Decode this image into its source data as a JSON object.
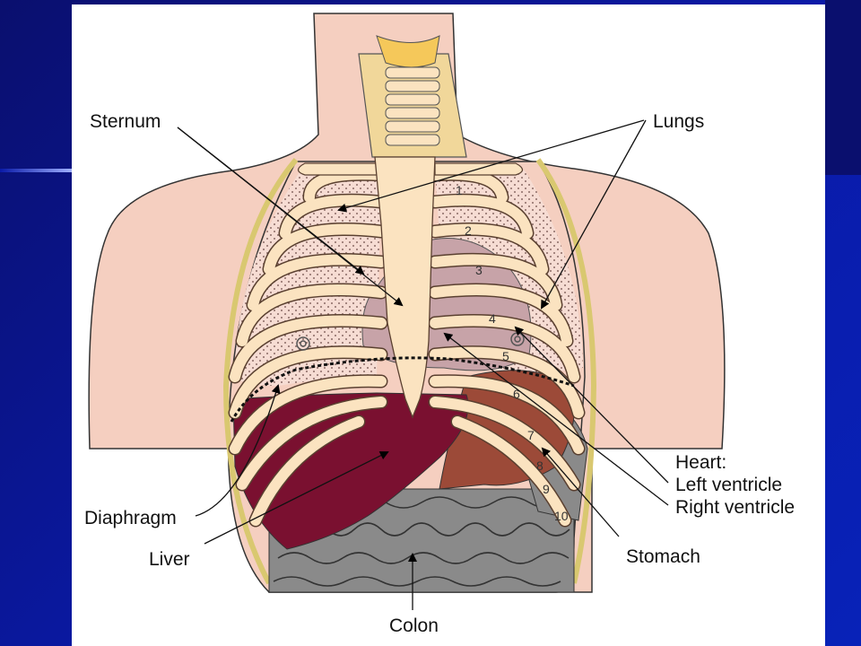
{
  "labels": {
    "sternum": "Sternum",
    "lungs": "Lungs",
    "heart": "Heart:",
    "left_ventricle": "Left ventricle",
    "right_ventricle": "Right ventricle",
    "diaphragm": "Diaphragm",
    "liver": "Liver",
    "stomach": "Stomach",
    "colon": "Colon"
  },
  "rib_numbers": [
    "1",
    "2",
    "3",
    "4",
    "5",
    "6",
    "7",
    "8",
    "9",
    "10"
  ],
  "colors": {
    "background": "#0a1aa8",
    "skin": "#f5cfc0",
    "bone": "#fbe3c0",
    "lung_dots": "#f3d6cc",
    "heart": "#c7a3a8",
    "liver": "#7a1030",
    "stomach": "#9c4a38",
    "intestine": "#8a8a8a",
    "pleura": "#efe68a"
  }
}
